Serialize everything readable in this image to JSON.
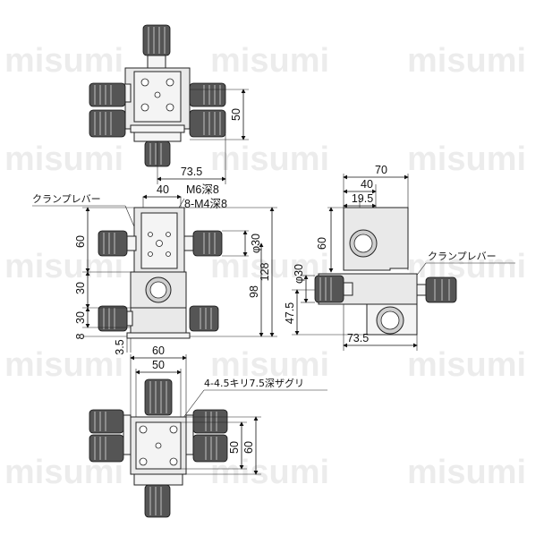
{
  "watermark": "misumi",
  "top_view": {
    "dim_height": "50",
    "dim_width": "73.5"
  },
  "front_view": {
    "clamp_label": "クランプレバー",
    "dim_top_width": "40",
    "tap_label_1": "M6深8",
    "tap_label_2": "8-M4深8",
    "dim_diameter": "φ30",
    "dim_60": "60",
    "dim_30": "30",
    "dim_30b": "30",
    "dim_8": "8",
    "dim_35": "3.5",
    "dim_98": "98",
    "dim_128": "128"
  },
  "side_view": {
    "dim_70": "70",
    "dim_40": "40",
    "dim_195": "19.5",
    "dim_60": "60",
    "clamp_label": "クランプレバー",
    "dim_diameter": "φ30",
    "dim_475": "47.5",
    "dim_735": "73.5"
  },
  "bottom_view": {
    "dim_60": "60",
    "dim_50": "50",
    "hole_label": "4-4.5キリ7.5深ザグリ",
    "dim_r50": "50",
    "dim_r60": "60"
  }
}
